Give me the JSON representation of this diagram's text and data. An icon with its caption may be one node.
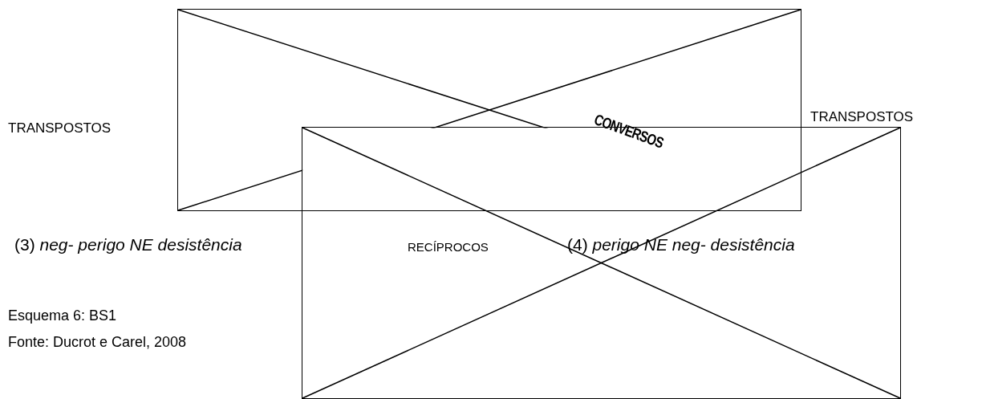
{
  "diagram": {
    "nodes": [
      {
        "text": [],
        "shape": "box"
      },
      {
        "text": [],
        "shape": "box"
      }
    ],
    "labels": [
      "TRANSPOSTOS",
      "CONVERSOS",
      "TRANSPOSTOS",
      "(3) *neg- perigo NE desistência*",
      "RECÍPROCOS",
      "(4) *perigo NE neg- desistência*",
      "Esquema 6: BS1",
      "Fonte: Ducrot e Carel, 2008"
    ]
  }
}
